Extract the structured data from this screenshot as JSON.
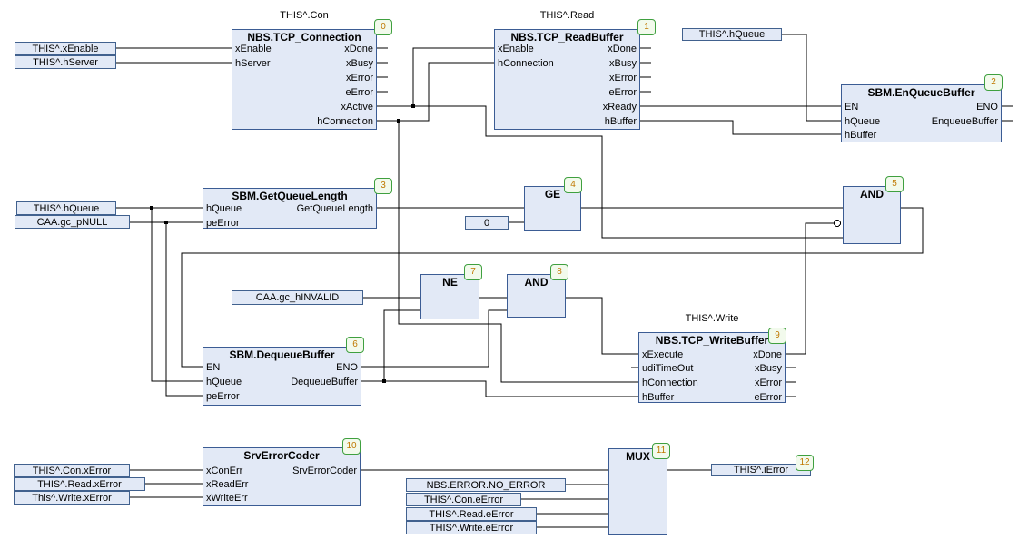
{
  "colors": {
    "background": "#FFFFFF",
    "block_fill": "#E2E9F6",
    "block_border": "#3B5C94",
    "wire": "#000000",
    "badge_border": "#3FA03F",
    "badge_fill": "#F2FAEC",
    "badge_text": "#C07800",
    "text": "#000000"
  },
  "blocks": {
    "tcp_connection": {
      "title": "THIS^.Con",
      "name": "NBS.TCP_Connection",
      "badge": "0",
      "inputs": [
        "xEnable",
        "hServer"
      ],
      "outputs": [
        "xDone",
        "xBusy",
        "xError",
        "eError",
        "xActive",
        "hConnection"
      ]
    },
    "tcp_readbuffer": {
      "title": "THIS^.Read",
      "name": "NBS.TCP_ReadBuffer",
      "badge": "1",
      "inputs": [
        "xEnable",
        "hConnection"
      ],
      "outputs": [
        "xDone",
        "xBusy",
        "xError",
        "eError",
        "xReady",
        "hBuffer"
      ]
    },
    "enqueuebuffer": {
      "name": "SBM.EnQueueBuffer",
      "badge": "2",
      "inputs": [
        "EN",
        "hQueue",
        "hBuffer"
      ],
      "outputs": [
        "ENO",
        "EnqueueBuffer"
      ]
    },
    "getqueuelength": {
      "name": "SBM.GetQueueLength",
      "badge": "3",
      "inputs": [
        "hQueue",
        "peError"
      ],
      "outputs": [
        "GetQueueLength"
      ]
    },
    "ge": {
      "name": "GE",
      "badge": "4"
    },
    "and5": {
      "name": "AND",
      "badge": "5"
    },
    "dequeuebuffer": {
      "name": "SBM.DequeueBuffer",
      "badge": "6",
      "inputs": [
        "EN",
        "hQueue",
        "peError"
      ],
      "outputs": [
        "ENO",
        "DequeueBuffer"
      ]
    },
    "ne": {
      "name": "NE",
      "badge": "7"
    },
    "and8": {
      "name": "AND",
      "badge": "8"
    },
    "tcp_writebuffer": {
      "title": "THIS^.Write",
      "name": "NBS.TCP_WriteBuffer",
      "badge": "9",
      "inputs": [
        "xExecute",
        "udiTimeOut",
        "hConnection",
        "hBuffer"
      ],
      "outputs": [
        "xDone",
        "xBusy",
        "xError",
        "eError"
      ]
    },
    "srverrorcoder": {
      "name": "SrvErrorCoder",
      "badge": "10",
      "inputs": [
        "xConErr",
        "xReadErr",
        "xWriteErr"
      ],
      "outputs": [
        "SrvErrorCoder"
      ]
    },
    "mux": {
      "name": "MUX",
      "badge": "11"
    }
  },
  "operands": {
    "this_xenable": "THIS^.xEnable",
    "this_hserver": "THIS^.hServer",
    "this_hqueue_top": "THIS^.hQueue",
    "this_hqueue_left": "THIS^.hQueue",
    "caa_gc_pnull": "CAA.gc_pNULL",
    "zero": "0",
    "caa_gc_hinvalid": "CAA.gc_hINVALID",
    "this_con_xerror": "THIS^.Con.xError",
    "this_read_xerror": "THIS^.Read.xError",
    "this_write_xerror": "This^.Write.xError",
    "nbs_error_no_error": "NBS.ERROR.NO_ERROR",
    "this_con_eerror": "THIS^.Con.eError",
    "this_read_eerror": "THIS^.Read.eError",
    "this_write_eerror": "THIS^.Write.eError",
    "this_ierror": "THIS^.iError",
    "ierror_badge": "12"
  }
}
